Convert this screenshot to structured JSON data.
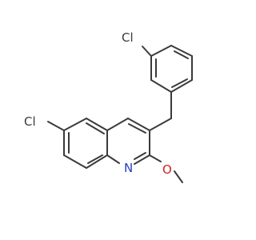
{
  "molecule": {
    "atoms": [
      {
        "id": "cl_top",
        "label": "Cl",
        "color": "#3a3a3a"
      },
      {
        "id": "cl_left",
        "label": "Cl",
        "color": "#3a3a3a"
      },
      {
        "id": "n_ring",
        "label": "N",
        "color": "#1f3fbf"
      },
      {
        "id": "o_methoxy",
        "label": "O",
        "color": "#d01f1f"
      }
    ],
    "bond_color": "#3a3a3a",
    "background": "#ffffff"
  }
}
